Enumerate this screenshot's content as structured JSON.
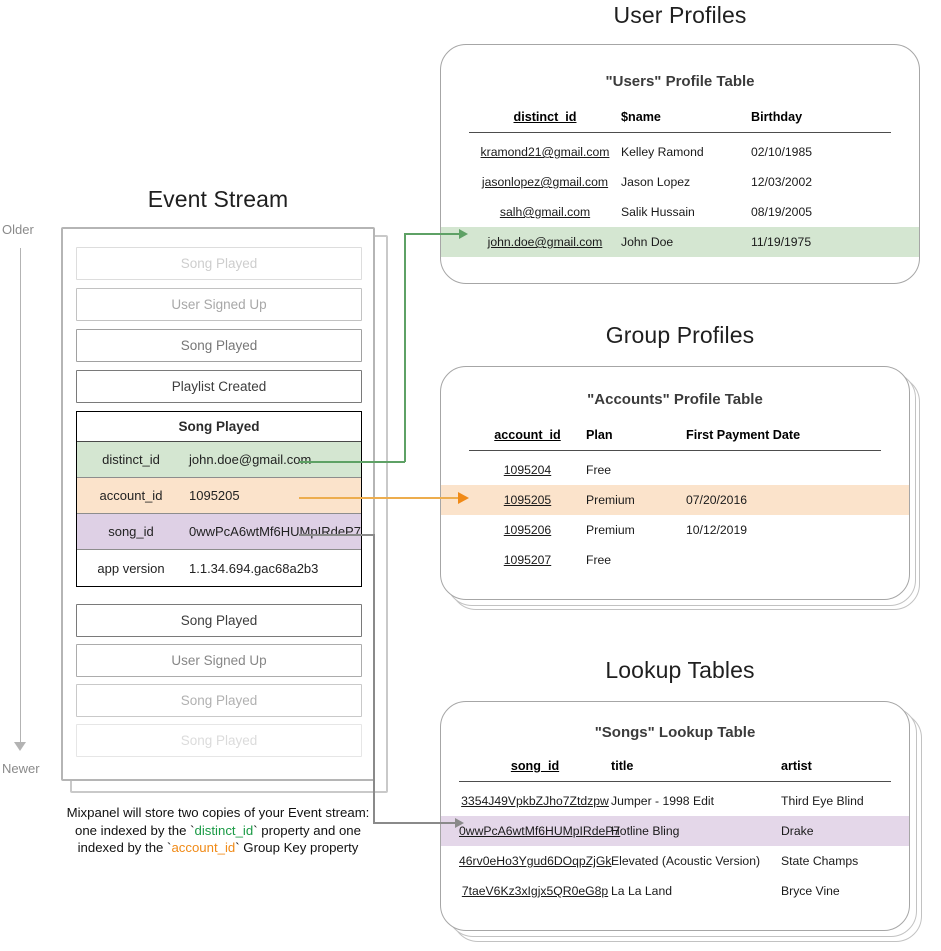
{
  "timeline": {
    "older_label": "Older",
    "newer_label": "Newer"
  },
  "event_stream": {
    "title": "Event Stream",
    "events_before": [
      {
        "name": "Song Played",
        "opacity": "0.25"
      },
      {
        "name": "User Signed Up",
        "opacity": "0.45"
      },
      {
        "name": "Song Played",
        "opacity": "0.70"
      },
      {
        "name": "Playlist Created",
        "opacity": "1"
      }
    ],
    "focused_event": {
      "title": "Song Played",
      "properties": [
        {
          "key": "distinct_id",
          "value": "john.doe@gmail.com",
          "highlight": "green"
        },
        {
          "key": "account_id",
          "value": "1095205",
          "highlight": "orange"
        },
        {
          "key": "song_id",
          "value": "0wwPcA6wtMf6HUMpIRdeP7",
          "highlight": "purple"
        },
        {
          "key": "app version",
          "value": "1.1.34.694.gac68a2b3",
          "highlight": "none"
        }
      ]
    },
    "events_after": [
      {
        "name": "Song Played",
        "opacity": "1"
      },
      {
        "name": "User Signed Up",
        "opacity": "0.62"
      },
      {
        "name": "Song Played",
        "opacity": "0.40"
      },
      {
        "name": "Song Played",
        "opacity": "0.18"
      }
    ],
    "caption": {
      "line1": "Mixpanel will store two copies of your Event stream:",
      "line2_a": "one indexed by the `",
      "line2_token": "distinct_id",
      "line2_b": "` property and one",
      "line3_a": "indexed by the `",
      "line3_token": "account_id",
      "line3_b": "` Group Key property"
    }
  },
  "user_profiles": {
    "section_title": "User Profiles",
    "card_title": "\"Users\" Profile Table",
    "columns": [
      "distinct_id",
      "$name",
      "Birthday"
    ],
    "rows": [
      {
        "distinct_id": "kramond21@gmail.com",
        "name": "Kelley Ramond",
        "birthday": "02/10/1985",
        "highlight": "none"
      },
      {
        "distinct_id": "jasonlopez@gmail.com",
        "name": "Jason Lopez",
        "birthday": "12/03/2002",
        "highlight": "none"
      },
      {
        "distinct_id": "salh@gmail.com",
        "name": "Salik Hussain",
        "birthday": "08/19/2005",
        "highlight": "none"
      },
      {
        "distinct_id": "john.doe@gmail.com",
        "name": "John Doe",
        "birthday": "11/19/1975",
        "highlight": "green"
      }
    ]
  },
  "group_profiles": {
    "section_title": "Group Profiles",
    "card_title": "\"Accounts\" Profile Table",
    "columns": [
      "account_id",
      "Plan",
      "First Payment Date"
    ],
    "rows": [
      {
        "account_id": "1095204",
        "plan": "Free",
        "first_payment_date": "",
        "highlight": "none"
      },
      {
        "account_id": "1095205",
        "plan": "Premium",
        "first_payment_date": "07/20/2016",
        "highlight": "orange"
      },
      {
        "account_id": "1095206",
        "plan": "Premium",
        "first_payment_date": "10/12/2019",
        "highlight": "none"
      },
      {
        "account_id": "1095207",
        "plan": "Free",
        "first_payment_date": "",
        "highlight": "none"
      }
    ]
  },
  "lookup_tables": {
    "section_title": "Lookup Tables",
    "card_title": "\"Songs\" Lookup Table",
    "columns": [
      "song_id",
      "title",
      "artist"
    ],
    "rows": [
      {
        "song_id": "3354J49VpkbZJho7Ztdzpw",
        "title": "Jumper - 1998 Edit",
        "artist": "Third Eye Blind",
        "highlight": "none"
      },
      {
        "song_id": "0wwPcA6wtMf6HUMpIRdeP7",
        "title": "Hotline Bling",
        "artist": "Drake",
        "highlight": "purple"
      },
      {
        "song_id": "46rv0eHo3Ygud6DOqpZjGk",
        "title": "Elevated (Acoustic Version)",
        "artist": "State Champs",
        "highlight": "none"
      },
      {
        "song_id": "7taeV6Kz3xIgjx5QR0eG8p",
        "title": "La La Land",
        "artist": "Bryce Vine",
        "highlight": "none"
      }
    ]
  },
  "colors": {
    "green_fill": "#d4e6d1",
    "green_line": "#5ea165",
    "orange_fill": "#fbe3cb",
    "orange_line": "#edad4e",
    "purple_fill": "#e4d7e9",
    "purple_line": "#8a8a8a",
    "token_green": "#1a9a45",
    "token_orange": "#f08a17",
    "panel_border": "#a6a6a6",
    "timeline": "#b3b3b3"
  }
}
